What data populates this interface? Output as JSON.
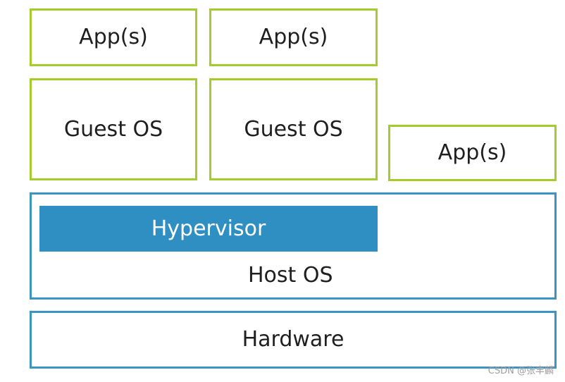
{
  "diagram": {
    "app_left": "App(s)",
    "app_middle": "App(s)",
    "guest_left": "Guest OS",
    "guest_middle": "Guest OS",
    "app_right": "App(s)",
    "hypervisor": "Hypervisor",
    "host_os": "Host OS",
    "hardware": "Hardware",
    "watermark": "CSDN @张丰麟"
  },
  "colors": {
    "green_border": "#a4cd2b",
    "blue_border": "#3d93c4",
    "hypervisor_fill": "#2f8fc2"
  }
}
